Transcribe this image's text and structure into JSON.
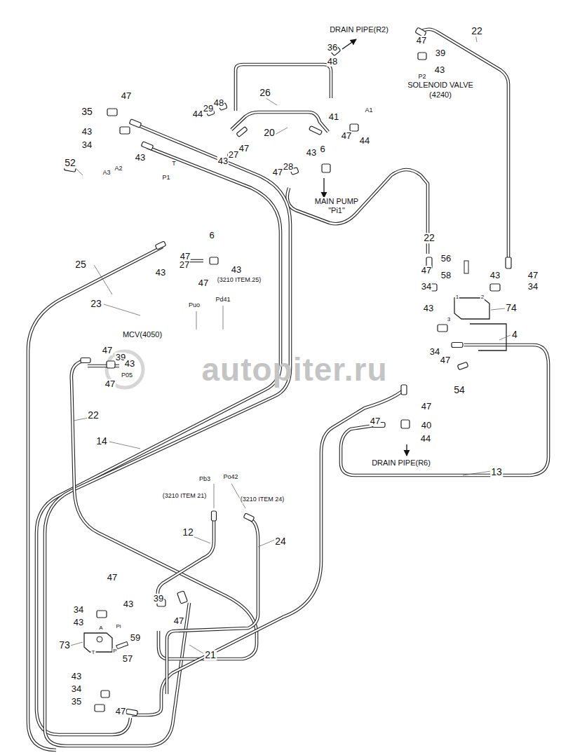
{
  "diagram": {
    "labels": [
      "DRAIN PIPE(R2)",
      "22",
      "47",
      "36",
      "39",
      "48",
      "P2",
      "43",
      "SOLENOID VALVE",
      "(4240)",
      "26",
      "47",
      "35",
      "44",
      "29",
      "48",
      "41",
      "A1",
      "20",
      "43",
      "34",
      "47",
      "44",
      "47",
      "43",
      "27",
      "43",
      "T",
      "A3",
      "A2",
      "P1",
      "43",
      "6",
      "47",
      "28",
      "52",
      "MAIN PUMP",
      "\"Pi1\"",
      "22",
      "56",
      "6",
      "47",
      "25",
      "27",
      "43",
      "43",
      "47",
      "58",
      "43",
      "47",
      "(3210 ITEM.25)",
      "47",
      "34",
      "34",
      "1",
      "2",
      "74",
      "23",
      "Pd41",
      "Puo",
      "43",
      "3",
      "4",
      "MCV(4050)",
      "34",
      "47",
      "47",
      "39",
      "43",
      "P05",
      "47",
      "54",
      "22",
      "47",
      "47",
      "40",
      "44",
      "14",
      "DRAIN PIPE(R6)",
      "13",
      "Pb3",
      "Po42",
      "(3210 ITEM 21)",
      "(3210 ITEM 24)",
      "12",
      "24",
      "47",
      "34",
      "43",
      "39",
      "47",
      "43",
      "A",
      "Pi",
      "73",
      "59",
      "P",
      "T",
      "57",
      "21",
      "43",
      "34",
      "35",
      "47",
      "autopiter.ru"
    ]
  }
}
